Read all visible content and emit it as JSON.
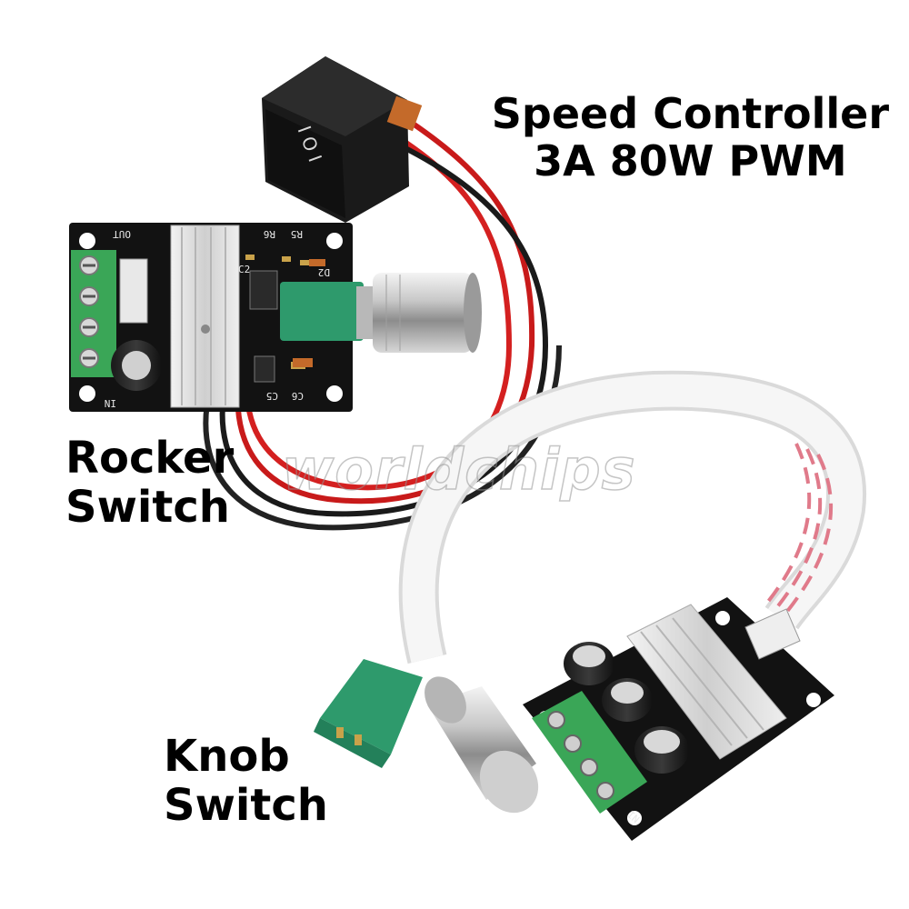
{
  "title": {
    "line1": "Speed Controller",
    "line2": "3A 80W PWM"
  },
  "labels": {
    "rocker_line1": "Rocker",
    "rocker_line2": "Switch",
    "knob_line1": "Knob",
    "knob_line2": "Switch"
  },
  "watermark": "worldchips",
  "board_markings": {
    "top_out": "OUT",
    "top_in": "IN",
    "top_r6": "R6",
    "top_r5": "R5",
    "top_c2": "C2",
    "top_d2": "D2",
    "top_c5": "C5",
    "top_c6": "C6",
    "bottom_in": "IN"
  },
  "colors": {
    "pcb": "#121212",
    "terminal_green": "#3aa657",
    "pot_green": "#2e9a6c",
    "wire_red": "#d42020",
    "wire_black": "#1a1a1a",
    "ribbon": "#eeeeee",
    "heatsink": "#d9d9d9"
  }
}
